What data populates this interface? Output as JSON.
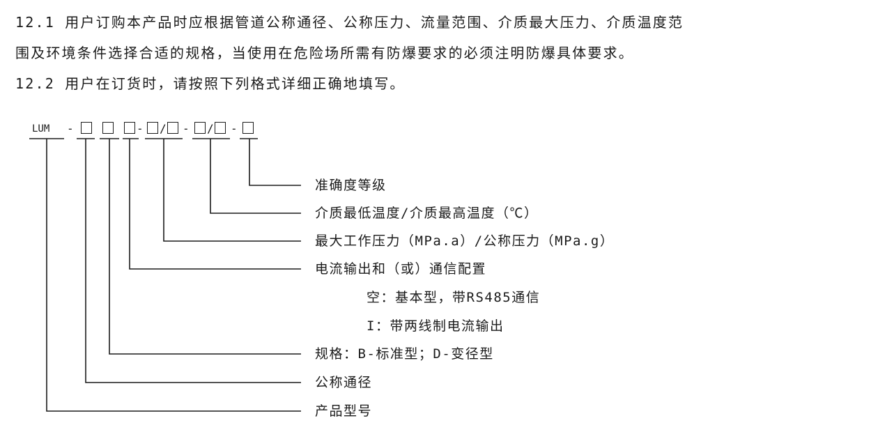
{
  "paragraphs": {
    "p1_line1": "12.1 用户订购本产品时应根据管道公称通径、公称压力、流量范围、介质最大压力、介质温度范",
    "p1_line2": "围及环境条件选择合适的规格，当使用在危险场所需有防爆要求的必须注明防爆具体要求。",
    "p2": "12.2 用户在订货时，请按照下列格式详细正确地填写。"
  },
  "code": {
    "prefix": "LUM",
    "sep": "-",
    "slash": "/"
  },
  "labels": {
    "accuracy": "准确度等级",
    "temperature": "介质最低温度/介质最高温度（℃）",
    "pressure": "最大工作压力（MPa.a）/公称压力（MPa.g）",
    "output": "电流输出和（或）通信配置",
    "output_option_blank": "空：基本型，带RS485通信",
    "output_option_i": "I：带两线制电流输出",
    "spec": "规格：B-标准型；D-变径型",
    "diameter": "公称通径",
    "model": "产品型号"
  }
}
